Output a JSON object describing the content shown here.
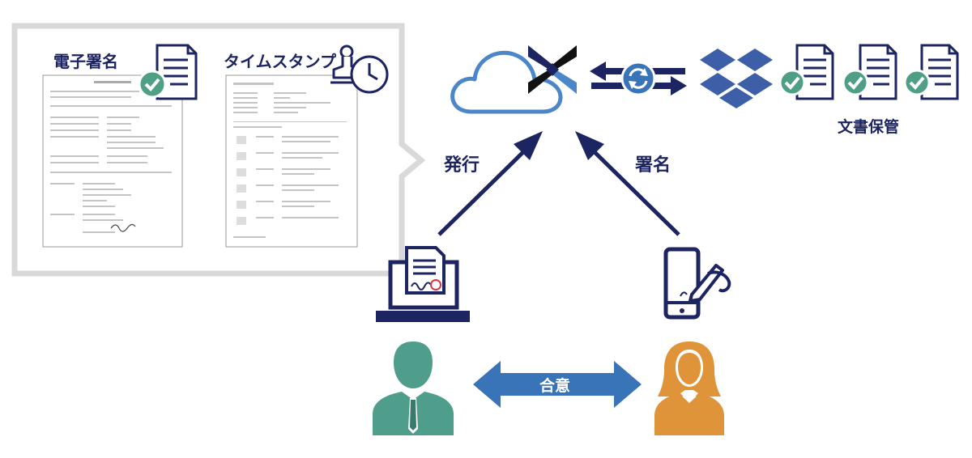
{
  "callout": {
    "esign_label": "電子署名",
    "timestamp_label": "タイムスタンプ"
  },
  "storage": {
    "label": "文書保管"
  },
  "flow": {
    "issue_label": "発行",
    "sign_label": "署名",
    "agree_label": "合意"
  },
  "colors": {
    "navy": "#1c2461",
    "blue_arrow": "#3a74b8",
    "cloud_blue": "#4a86c8",
    "dropbox_blue": "#3d5fa8",
    "check_green": "#4f9e86",
    "man_teal": "#4f9e8c",
    "woman_orange": "#e0943a",
    "callout_border": "#d9d9d9"
  },
  "icons": {
    "cloud": "cloud-icon",
    "brand": "cloudsign-logo-icon",
    "sync": "sync-arrows-icon",
    "dropbox": "dropbox-icon",
    "doc_check": "document-check-icon",
    "stamp_clock": "stamp-clock-icon",
    "laptop": "laptop-document-icon",
    "phone": "smartphone-sign-icon",
    "man": "businessman-icon",
    "woman": "businesswoman-icon"
  }
}
